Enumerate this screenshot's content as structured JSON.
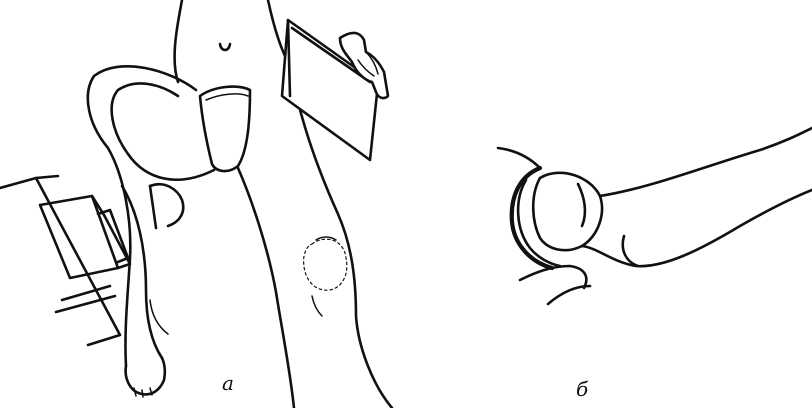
{
  "panels": [
    {
      "id": "a",
      "label": "а"
    },
    {
      "id": "b",
      "label": "б"
    }
  ],
  "colors": {
    "ink": "#111111",
    "background": "#ffffff"
  }
}
